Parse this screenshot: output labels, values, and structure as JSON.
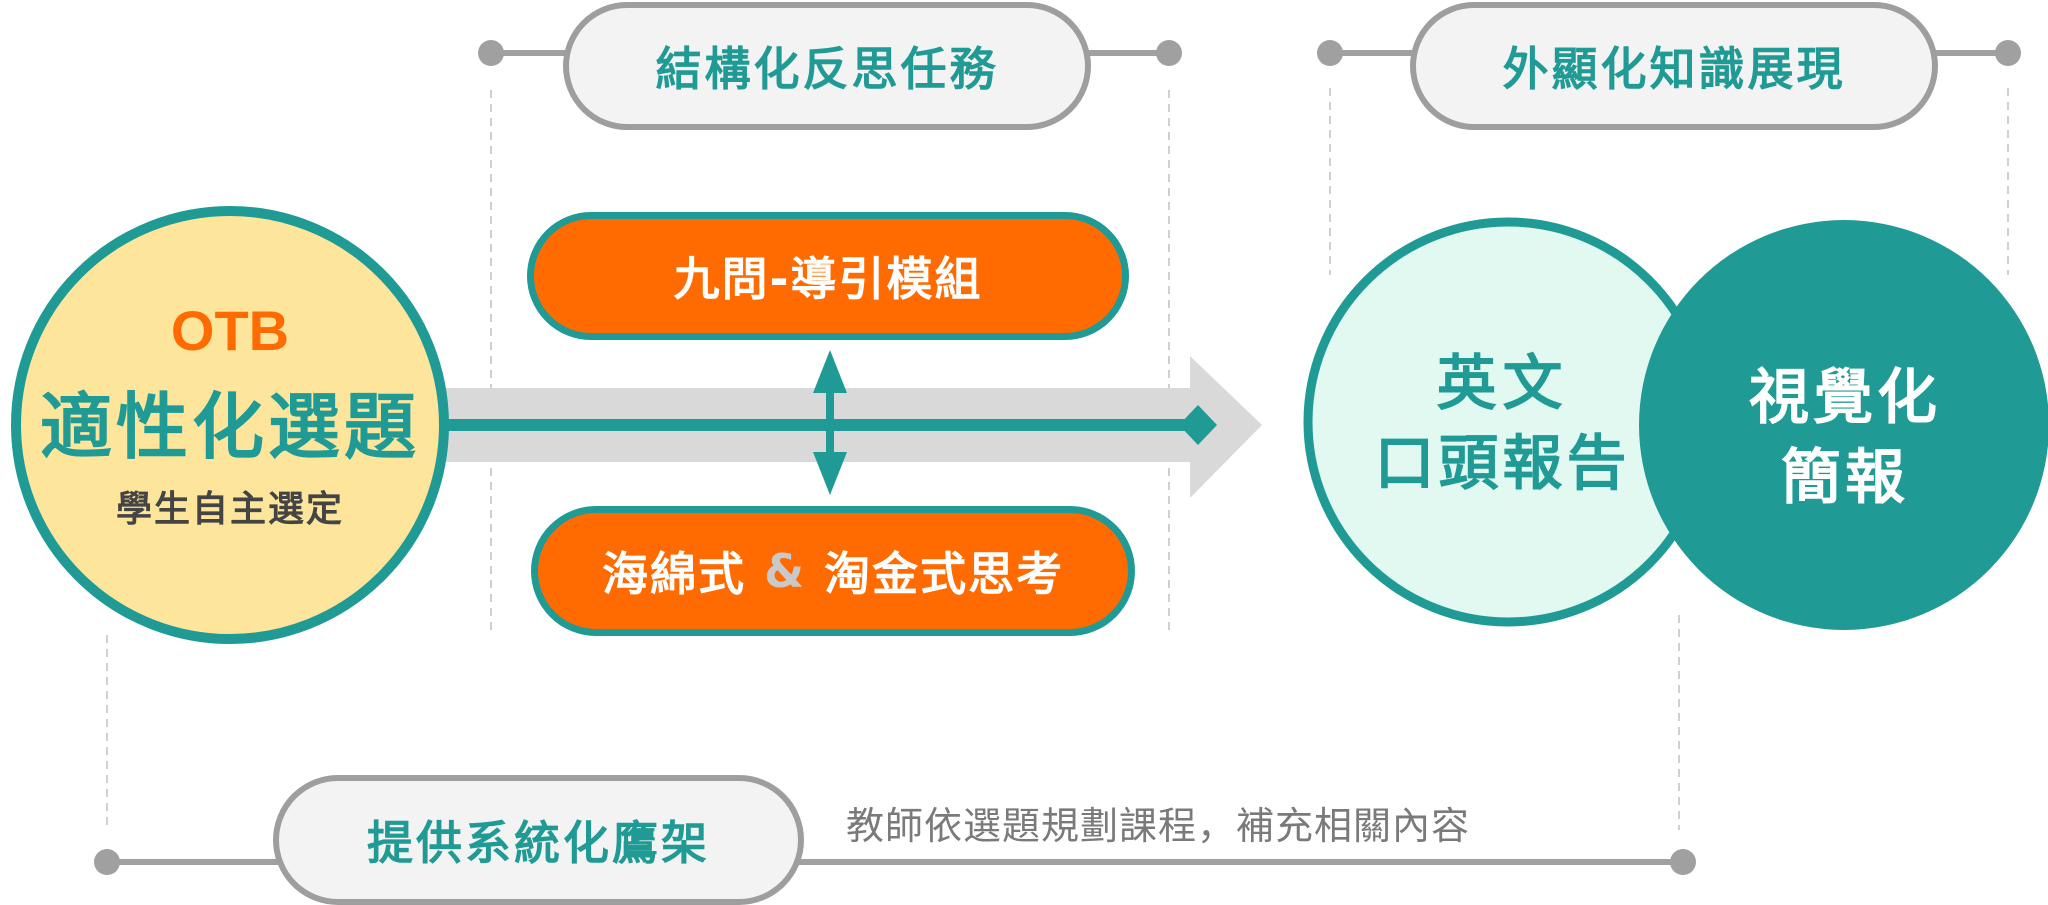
{
  "colors": {
    "teal": "#209a94",
    "orange": "#ff6b00",
    "pale_yellow": "#fde59b",
    "pale_mint": "#e2f9f2",
    "gray_line": "#a0a0a0",
    "pill_fill": "#f3f3f3",
    "arrow_band": "#d9d9d9",
    "caption_gray": "#7a7a7a"
  },
  "left_circle": {
    "acronym": "OTB",
    "title": "適性化選題",
    "subtitle": "學生自主選定"
  },
  "top_label_left": "結構化反思任務",
  "top_label_right": "外顯化知識展現",
  "module_top": "九問-導引模組",
  "module_bottom": {
    "part1": "海綿式",
    "amp": "&",
    "part2": "淘金式思考"
  },
  "right_circle_light": {
    "line1": "英文",
    "line2": "口頭報告"
  },
  "right_circle_dark": {
    "line1": "視覺化",
    "line2": "簡報"
  },
  "bottom_label": "提供系統化鷹架",
  "bottom_caption": "教師依選題規劃課程，補充相關內容"
}
